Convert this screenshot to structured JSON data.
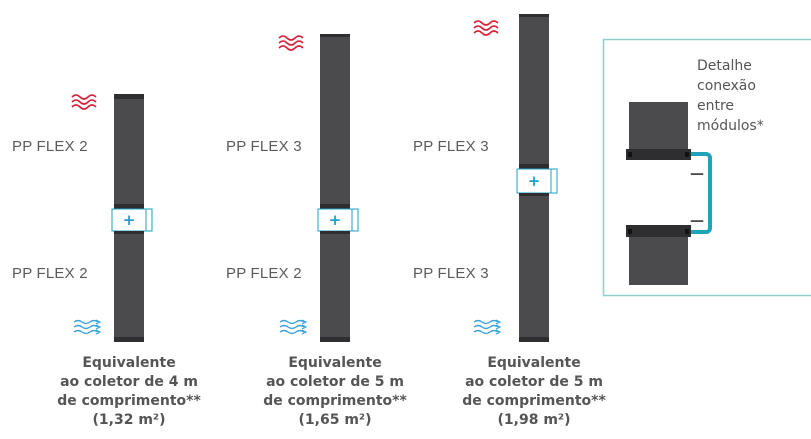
{
  "colors": {
    "panel": "#4b4b4d",
    "panel_edge": "#2e2e30",
    "hot": "#d9223a",
    "cold": "#3aa3dc",
    "connector": "#20a3b8",
    "plus": "#1ea0c6",
    "frame": "#8fd0cc"
  },
  "icons": {
    "hot": "heat-wave-icon",
    "cold": "cold-wave-icon",
    "plus": "plus-icon",
    "minus": "minus-icon"
  },
  "columns": [
    {
      "top_label": "PP FLEX 2",
      "bottom_label": "PP FLEX 2",
      "caption": [
        "Equivalente",
        "ao coletor de 4 m",
        "de comprimento**",
        "(1,32 m²)"
      ]
    },
    {
      "top_label": "PP FLEX 3",
      "bottom_label": "PP FLEX 2",
      "caption": [
        "Equivalente",
        "ao coletor de 5 m",
        "de comprimento**",
        "(1,65 m²)"
      ]
    },
    {
      "top_label": "PP FLEX 3",
      "bottom_label": "PP FLEX 3",
      "caption": [
        "Equivalente",
        "ao coletor de 5 m",
        "de comprimento**",
        "(1,98 m²)"
      ]
    }
  ],
  "detail": {
    "lines": [
      "Detalhe",
      "conexão",
      "entre",
      "módulos*"
    ]
  }
}
